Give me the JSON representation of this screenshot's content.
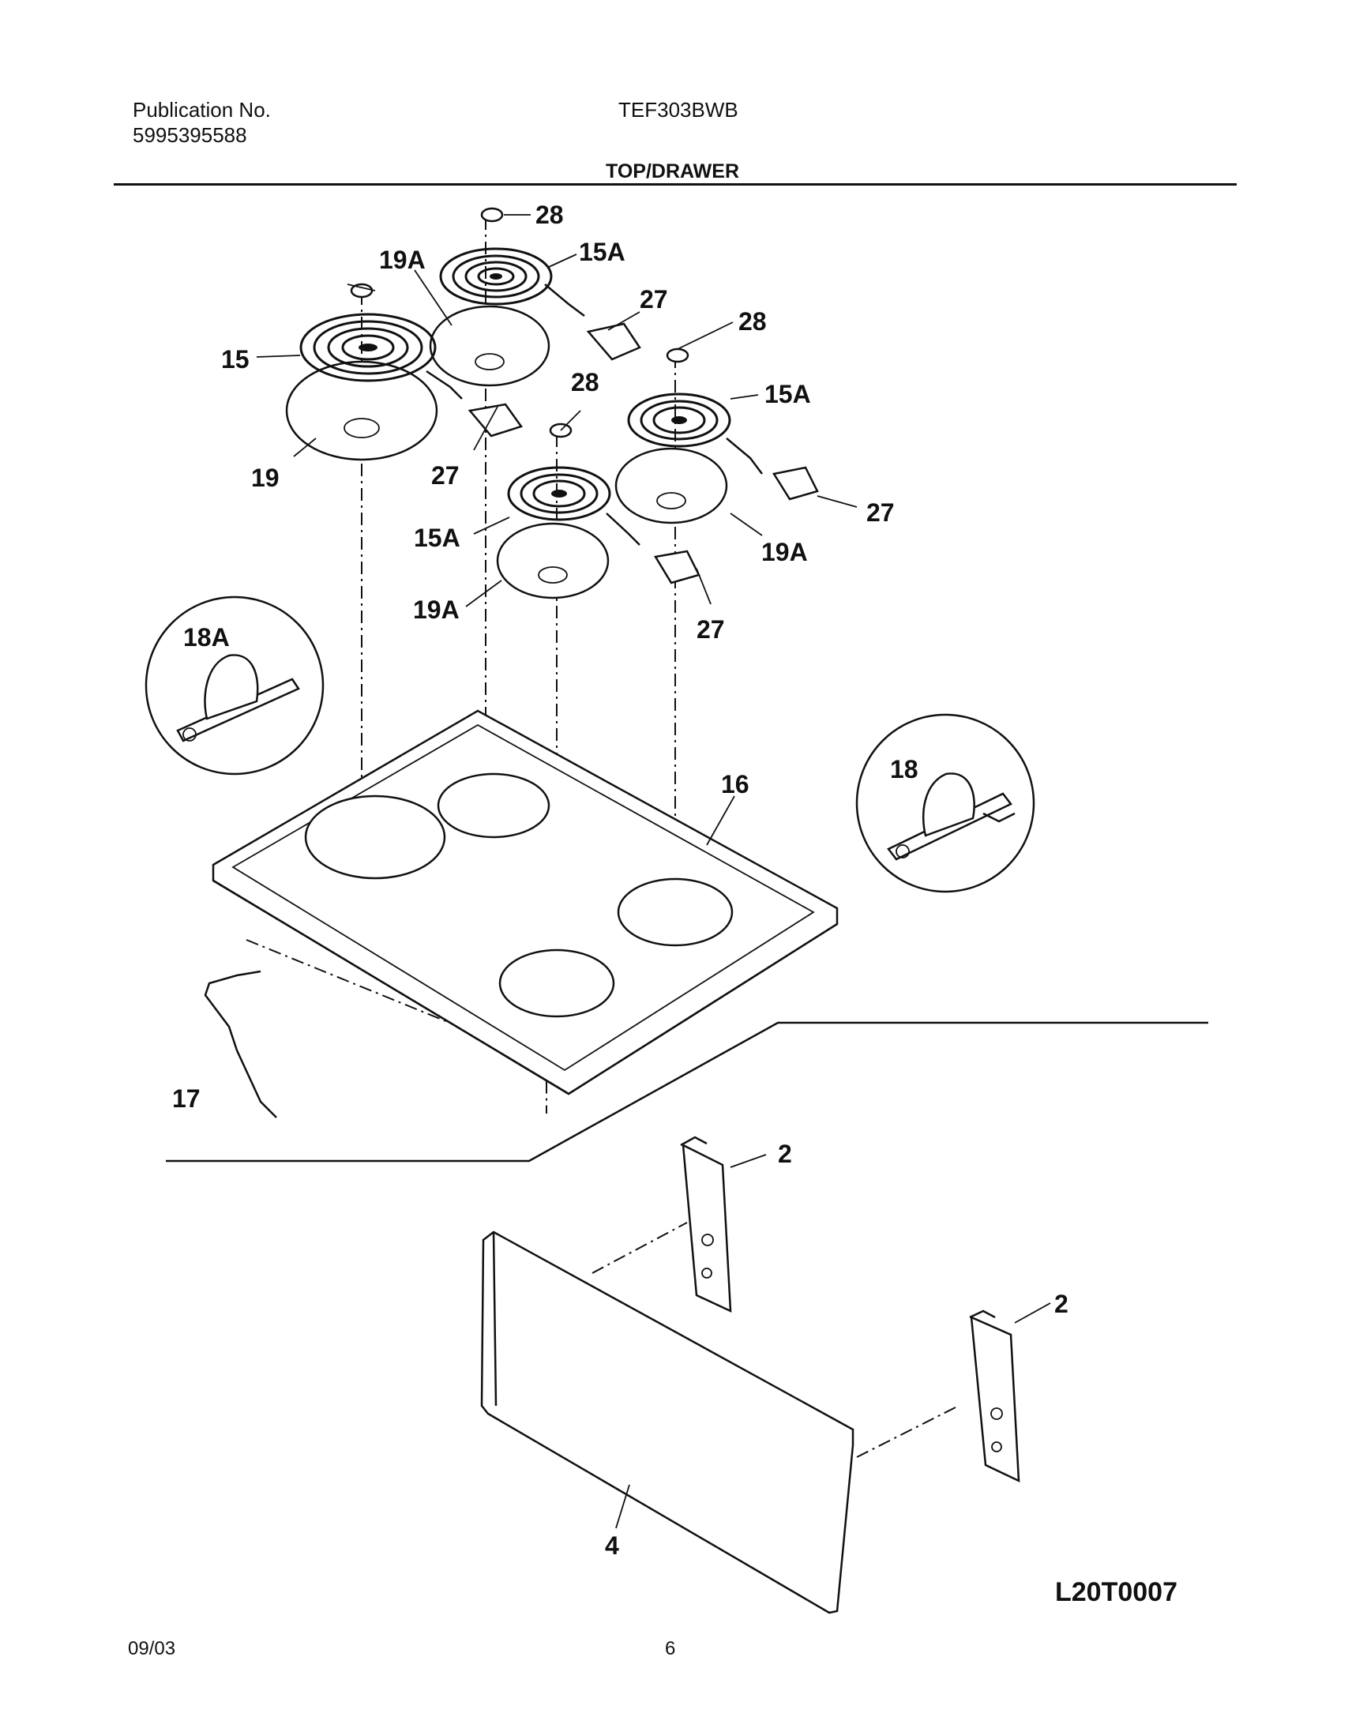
{
  "header": {
    "publication_label": "Publication No.",
    "publication_number": "5995395588",
    "model": "TEF303BWB",
    "section": "TOP/DRAWER"
  },
  "diagram": {
    "callouts": [
      "28",
      "19A",
      "15A",
      "27",
      "28",
      "15",
      "28",
      "15A",
      "19",
      "27",
      "15A",
      "27",
      "19A",
      "19A",
      "27",
      "18A",
      "16",
      "18",
      "17",
      "2",
      "2",
      "4"
    ],
    "diagram_id": "L20T0007"
  },
  "footer": {
    "date": "09/03",
    "page": "6"
  }
}
